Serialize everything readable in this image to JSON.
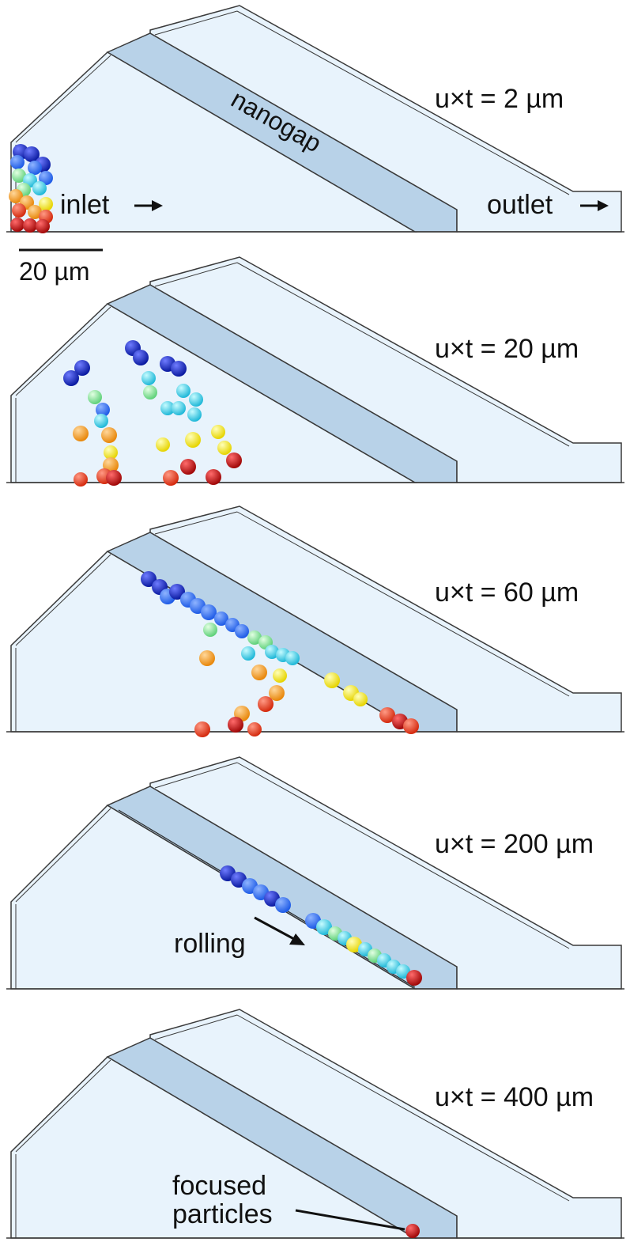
{
  "labels": {
    "nanogap": "nanogap",
    "inlet": "inlet",
    "outlet": "outlet",
    "scale": "20 µm",
    "rolling": "rolling",
    "focused_line1": "focused",
    "focused_line2": "particles"
  },
  "panels": [
    {
      "time": "u×t = 2 µm"
    },
    {
      "time": "u×t = 20 µm"
    },
    {
      "time": "u×t = 60 µm"
    },
    {
      "time": "u×t = 200 µm"
    },
    {
      "time": "u×t = 400 µm"
    }
  ],
  "colors": {
    "channel_fill": "#e8f3fc",
    "nanogap_fill": "#b8d2e8",
    "outline": "#3a3a3a",
    "particle_gradient": [
      "#0a1aa0",
      "#1e5be6",
      "#35c7e8",
      "#8fe8a0",
      "#f2ef1c",
      "#f2a51c",
      "#e8401a",
      "#b80d0d"
    ]
  }
}
